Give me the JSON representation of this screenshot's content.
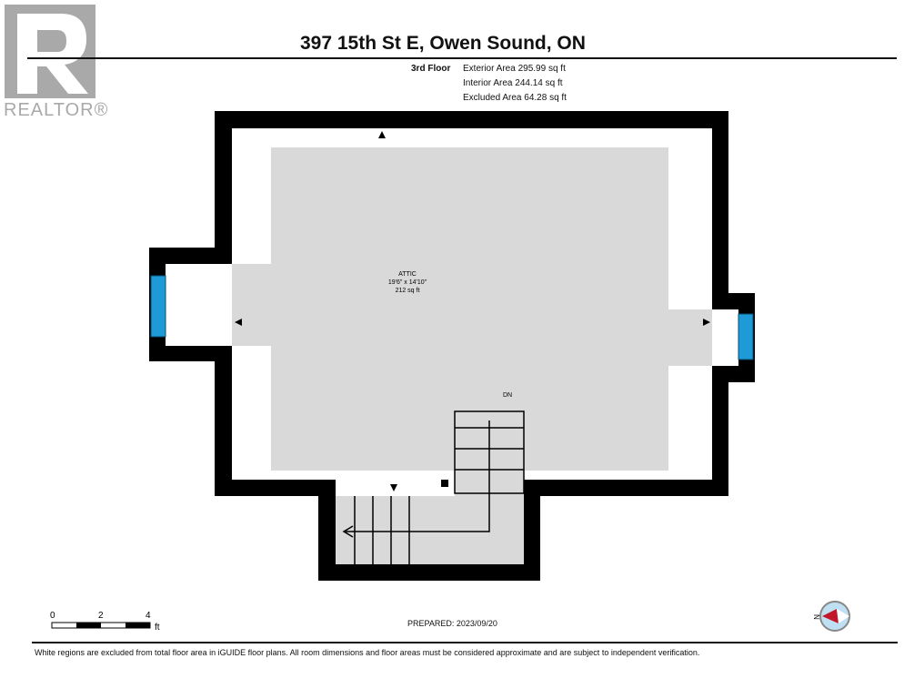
{
  "branding": {
    "logo_text": "REALTOR®",
    "logo_letter": "R"
  },
  "header": {
    "title": "397 15th St E, Owen Sound, ON"
  },
  "floor": {
    "name": "3rd Floor",
    "exterior_area": "Exterior Area 295.99 sq ft",
    "interior_area": "Interior Area 244.14 sq ft",
    "excluded_area": "Excluded Area 64.28 sq ft"
  },
  "rooms": [
    {
      "name": "ATTIC",
      "dimensions": "19'6\" x 14'10\"",
      "area": "212 sq ft"
    }
  ],
  "stairs": {
    "label": "DN"
  },
  "scale": {
    "ticks": [
      "0",
      "2",
      "4"
    ],
    "unit": "ft"
  },
  "compass": {
    "label": "N"
  },
  "footer": {
    "prepared": "PREPARED: 2023/09/20",
    "disclaimer": "White regions are excluded from total floor area in iGUIDE floor plans. All room dimensions and floor areas must be considered approximate and are subject to independent verification."
  },
  "colors": {
    "wall": "#000000",
    "floor": "#d9d9d9",
    "window": "#1e9bd7",
    "compass_arrow": "#c0182a"
  }
}
